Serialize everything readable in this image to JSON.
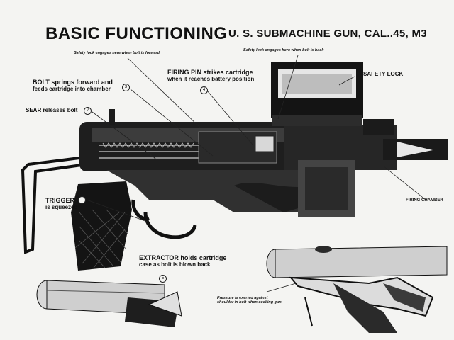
{
  "document": {
    "title": "BASIC FUNCTIONING",
    "subtitle": "U. S. SUBMACHINE GUN, CAL..45, M3"
  },
  "labels": {
    "safety_lock_forward": "Safety lock engages here when bolt is forward",
    "safety_lock_back": "Safety lock engages here when bolt is back",
    "firing_pin_line1": "FIRING PIN strikes cartridge",
    "firing_pin_line2": "when it reaches battery position",
    "bolt_line1": "BOLT springs forward and",
    "bolt_line2": "feeds cartridge into chamber",
    "sear": "SEAR releases bolt",
    "safety_lock": "SAFETY LOCK",
    "firing_chamber": "FIRING CHAMBER",
    "trigger_line1": "TRIGGER",
    "trigger_line2": "is squeezed",
    "extractor_line1": "EXTRACTOR holds cartridge",
    "extractor_line2": "case as bolt is blown back",
    "pressure_line1": "Pressure is exerted against",
    "pressure_line2": "shoulder in bolt when cocking gun"
  },
  "callouts": {
    "n1": "1",
    "n2": "2",
    "n3": "3",
    "n4": "4",
    "n5": "5"
  }
}
